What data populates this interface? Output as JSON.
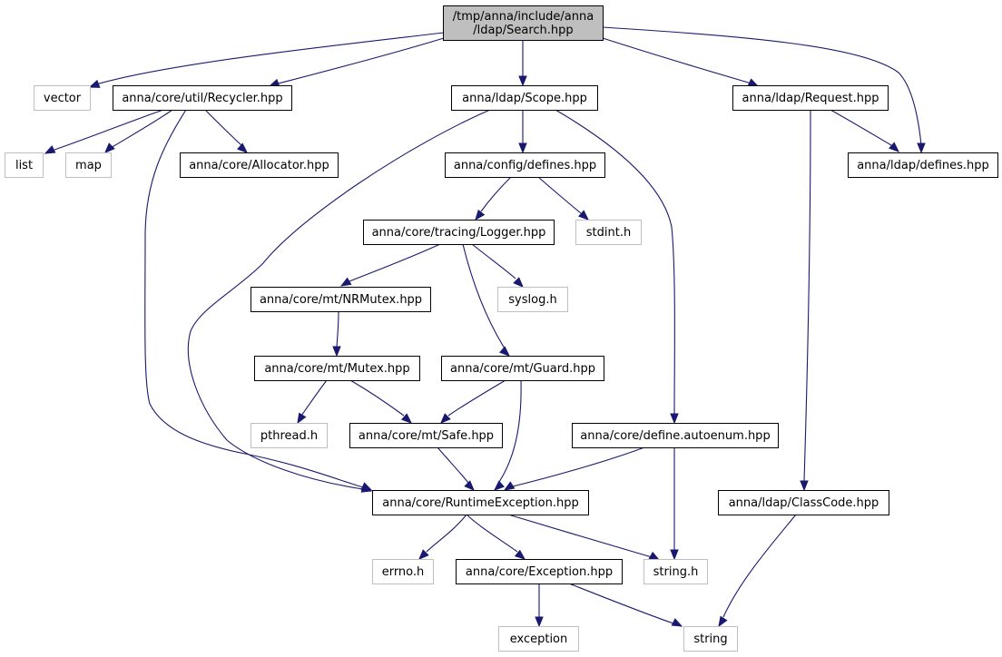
{
  "graph": {
    "nodes": [
      {
        "id": "search",
        "lines": [
          "/tmp/anna/include/anna",
          "/ldap/Search.hpp"
        ],
        "kind": "root"
      },
      {
        "id": "vector",
        "lines": [
          "vector"
        ],
        "kind": "external"
      },
      {
        "id": "recycler",
        "lines": [
          "anna/core/util/Recycler.hpp"
        ],
        "kind": "file"
      },
      {
        "id": "scope",
        "lines": [
          "anna/ldap/Scope.hpp"
        ],
        "kind": "file"
      },
      {
        "id": "request",
        "lines": [
          "anna/ldap/Request.hpp"
        ],
        "kind": "file"
      },
      {
        "id": "list",
        "lines": [
          "list"
        ],
        "kind": "external"
      },
      {
        "id": "map",
        "lines": [
          "map"
        ],
        "kind": "external"
      },
      {
        "id": "allocator",
        "lines": [
          "anna/core/Allocator.hpp"
        ],
        "kind": "file"
      },
      {
        "id": "cfgdefines",
        "lines": [
          "anna/config/defines.hpp"
        ],
        "kind": "file"
      },
      {
        "id": "ldapdefines",
        "lines": [
          "anna/ldap/defines.hpp"
        ],
        "kind": "file"
      },
      {
        "id": "logger",
        "lines": [
          "anna/core/tracing/Logger.hpp"
        ],
        "kind": "file"
      },
      {
        "id": "stdint",
        "lines": [
          "stdint.h"
        ],
        "kind": "external"
      },
      {
        "id": "nrmutex",
        "lines": [
          "anna/core/mt/NRMutex.hpp"
        ],
        "kind": "file"
      },
      {
        "id": "syslog",
        "lines": [
          "syslog.h"
        ],
        "kind": "external"
      },
      {
        "id": "mutex",
        "lines": [
          "anna/core/mt/Mutex.hpp"
        ],
        "kind": "file"
      },
      {
        "id": "guard",
        "lines": [
          "anna/core/mt/Guard.hpp"
        ],
        "kind": "file"
      },
      {
        "id": "pthread",
        "lines": [
          "pthread.h"
        ],
        "kind": "external"
      },
      {
        "id": "safe",
        "lines": [
          "anna/core/mt/Safe.hpp"
        ],
        "kind": "file"
      },
      {
        "id": "autoenum",
        "lines": [
          "anna/core/define.autoenum.hpp"
        ],
        "kind": "file"
      },
      {
        "id": "runtime",
        "lines": [
          "anna/core/RuntimeException.hpp"
        ],
        "kind": "file"
      },
      {
        "id": "classcode",
        "lines": [
          "anna/ldap/ClassCode.hpp"
        ],
        "kind": "file"
      },
      {
        "id": "errno",
        "lines": [
          "errno.h"
        ],
        "kind": "external"
      },
      {
        "id": "exception_hpp",
        "lines": [
          "anna/core/Exception.hpp"
        ],
        "kind": "file"
      },
      {
        "id": "stringh",
        "lines": [
          "string.h"
        ],
        "kind": "external"
      },
      {
        "id": "exception",
        "lines": [
          "exception"
        ],
        "kind": "external"
      },
      {
        "id": "string",
        "lines": [
          "string"
        ],
        "kind": "external"
      }
    ],
    "edges": [
      [
        "search",
        "vector"
      ],
      [
        "search",
        "recycler"
      ],
      [
        "search",
        "scope"
      ],
      [
        "search",
        "request"
      ],
      [
        "search",
        "ldapdefines"
      ],
      [
        "recycler",
        "list"
      ],
      [
        "recycler",
        "map"
      ],
      [
        "recycler",
        "allocator"
      ],
      [
        "recycler",
        "runtime"
      ],
      [
        "scope",
        "cfgdefines"
      ],
      [
        "scope",
        "runtime"
      ],
      [
        "scope",
        "autoenum"
      ],
      [
        "request",
        "ldapdefines"
      ],
      [
        "request",
        "classcode"
      ],
      [
        "cfgdefines",
        "logger"
      ],
      [
        "cfgdefines",
        "stdint"
      ],
      [
        "logger",
        "nrmutex"
      ],
      [
        "logger",
        "syslog"
      ],
      [
        "logger",
        "guard"
      ],
      [
        "nrmutex",
        "mutex"
      ],
      [
        "mutex",
        "pthread"
      ],
      [
        "mutex",
        "safe"
      ],
      [
        "guard",
        "safe"
      ],
      [
        "guard",
        "runtime"
      ],
      [
        "safe",
        "runtime"
      ],
      [
        "autoenum",
        "runtime"
      ],
      [
        "autoenum",
        "stringh"
      ],
      [
        "runtime",
        "errno"
      ],
      [
        "runtime",
        "exception_hpp"
      ],
      [
        "runtime",
        "stringh"
      ],
      [
        "exception_hpp",
        "exception"
      ],
      [
        "exception_hpp",
        "string"
      ],
      [
        "classcode",
        "string"
      ]
    ]
  }
}
